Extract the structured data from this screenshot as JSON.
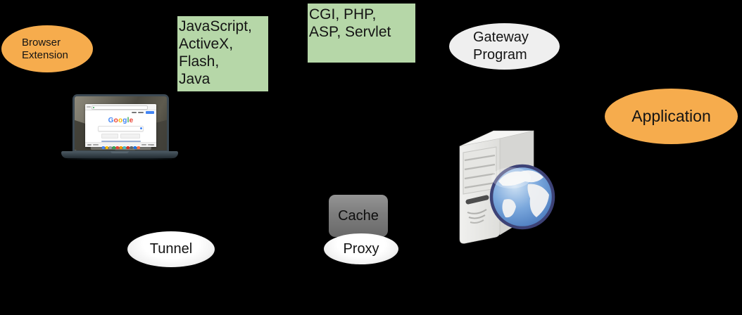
{
  "diagram": {
    "background_color": "#000000",
    "nodes": {
      "browser_extension": {
        "label": "Browser\nExtension",
        "fill": "#F6AC4D",
        "shape": "ellipse"
      },
      "client_tech": {
        "label": "JavaScript,\nActiveX,\nFlash,\nJava",
        "fill": "#B6D7A8",
        "shape": "rect"
      },
      "server_tech": {
        "label": "CGI, PHP,\nASP, Servlet",
        "fill": "#B6D7A8",
        "shape": "rect"
      },
      "gateway_program": {
        "label": "Gateway\nProgram",
        "fill": "#EFEFEF",
        "shape": "ellipse"
      },
      "application": {
        "label": "Application",
        "fill": "#F6AC4D",
        "shape": "ellipse"
      },
      "tunnel": {
        "label": "Tunnel",
        "fill": "#FFFFFF",
        "shape": "ellipse"
      },
      "cache": {
        "label": "Cache",
        "fill": "#7D7D7D",
        "shape": "rounded-rect"
      },
      "proxy": {
        "label": "Proxy",
        "fill": "#FFFFFF",
        "shape": "ellipse"
      }
    },
    "laptop": {
      "description": "laptop showing Google homepage in browser",
      "logo_letters": [
        "G",
        "o",
        "o",
        "g",
        "l",
        "e"
      ],
      "logo_colors": [
        "#4285F4",
        "#EA4335",
        "#FBBC05",
        "#4285F4",
        "#34A853",
        "#EA4335"
      ]
    },
    "server": {
      "description": "web server tower with globe"
    }
  }
}
